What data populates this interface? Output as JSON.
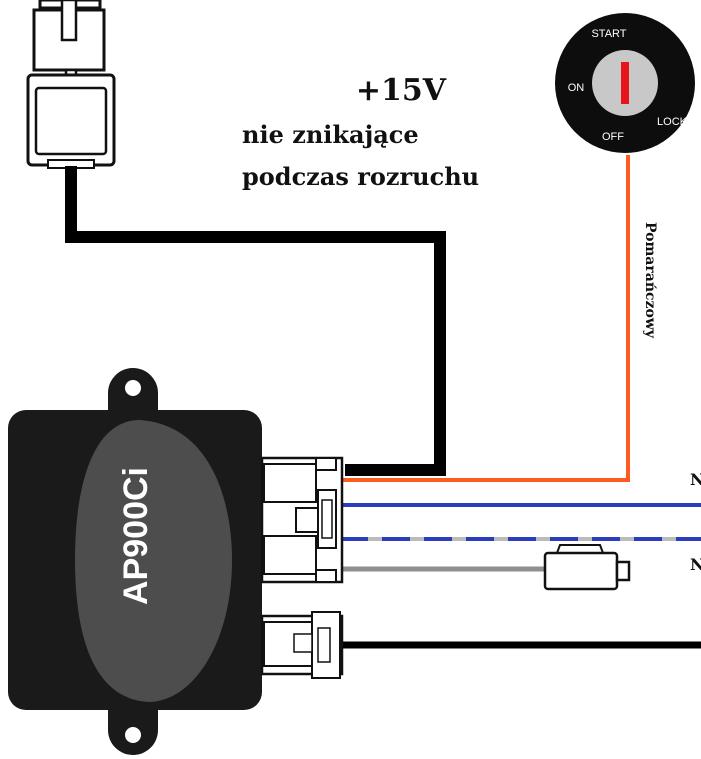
{
  "header": {
    "voltage": "+15V",
    "line1": "nie znikające",
    "line2": "podczas rozruchu"
  },
  "module": {
    "label": "AP900Ci",
    "body_color": "#1a1a1a",
    "accent_color": "#4d4d4d"
  },
  "ignition_switch": {
    "positions": {
      "start": "START",
      "on": "ON",
      "off": "OFF",
      "lock": "LOCK"
    }
  },
  "wires": {
    "orange": {
      "label": "Pomarańczowy",
      "color": "#ff5a1f"
    },
    "blue": {
      "color": "#2b3dbf"
    },
    "dashed": {
      "color": "#2b3dbf",
      "secondary_color": "#bbbbbb"
    },
    "gray": {
      "color": "#8f8f8f"
    },
    "black": {
      "color": "#000000"
    }
  },
  "right_labels": {
    "label1": "N",
    "label2": "N"
  }
}
